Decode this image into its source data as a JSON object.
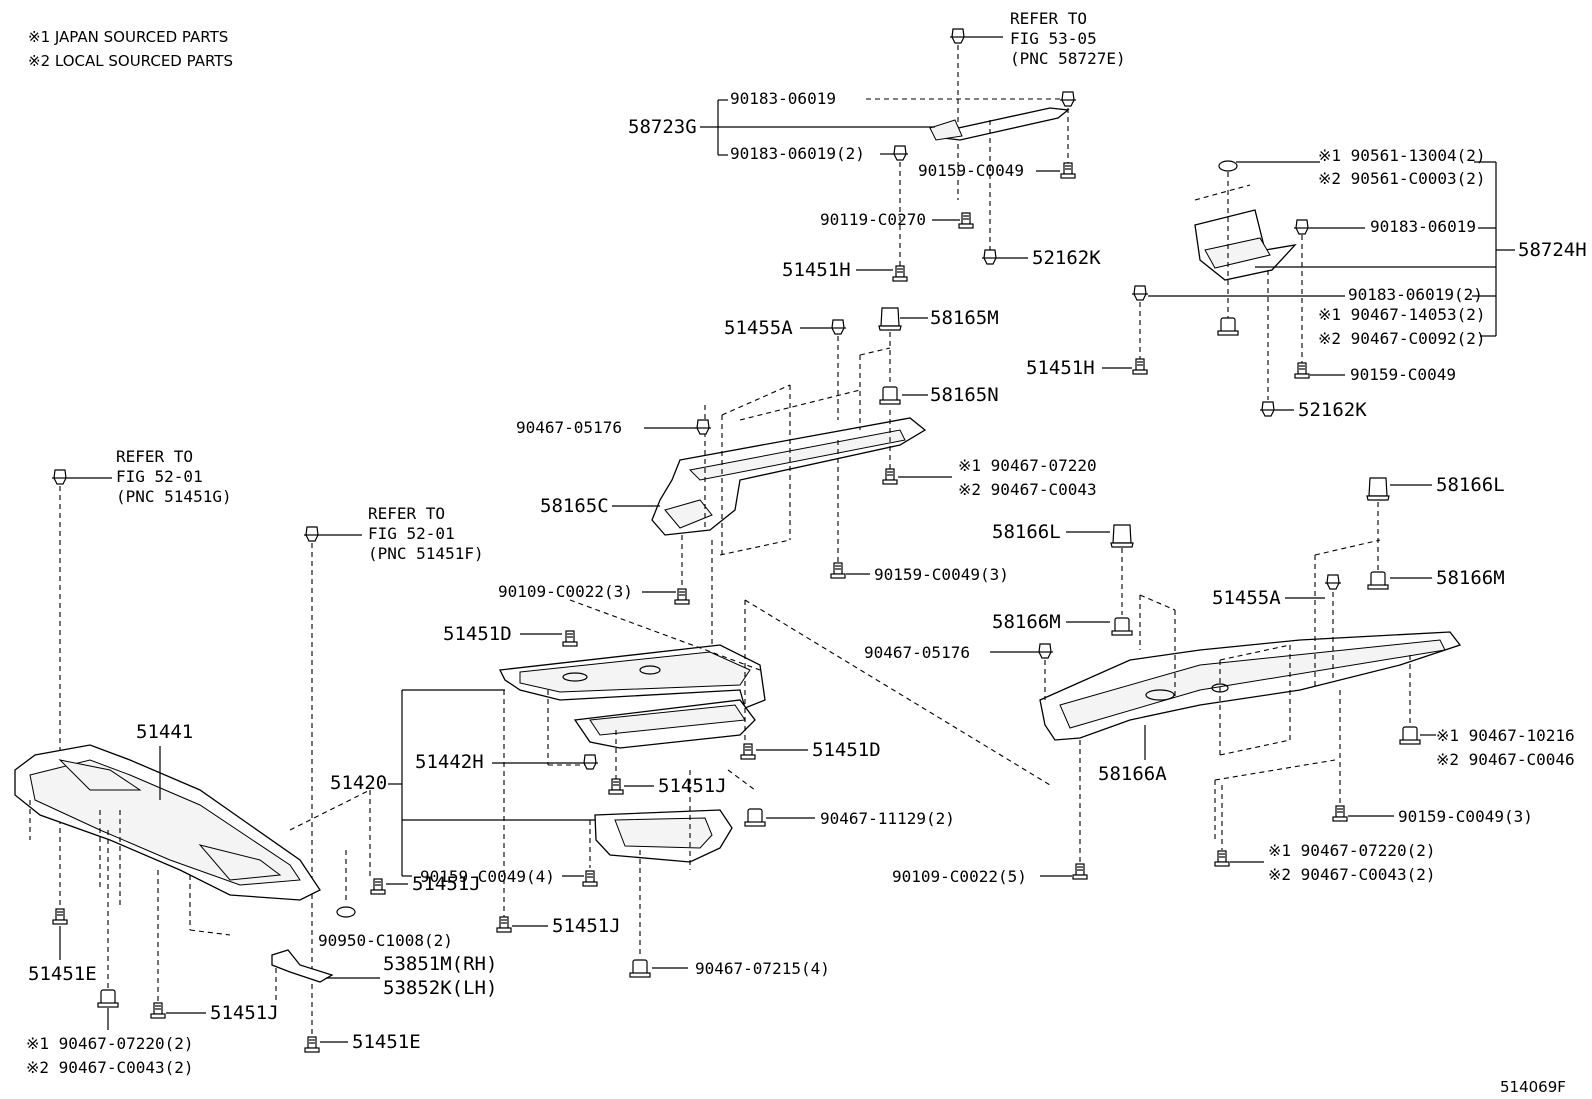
{
  "notes": {
    "japan": "※1 JAPAN SOURCED PARTS",
    "local": "※2 LOCAL SOURCED PARTS"
  },
  "figure_id": "514069F",
  "refs": {
    "top": [
      "REFER TO",
      "FIG 53-05",
      "(PNC 58727E)"
    ],
    "left": [
      "REFER TO",
      "FIG 52-01",
      "(PNC 51451G)"
    ],
    "mid": [
      "REFER TO",
      "FIG 52-01",
      "(PNC 51451F)"
    ]
  },
  "labels": {
    "p58723G": "58723G",
    "p9018306019a": "90183-06019",
    "p9018306019b": "90183-06019(2)",
    "p90159C0049a": "90159-C0049",
    "p90119C0270": "90119-C0270",
    "p52162Ka": "52162K",
    "p51451Ha": "51451H",
    "p51455Aa": "51455A",
    "p58165M": "58165M",
    "p58165N": "58165N",
    "p9046705176a": "90467-05176",
    "p58165C": "58165C",
    "p90467_07220_top1": "※1 90467-07220",
    "p90467_C0043_top2": "※2 90467-C0043",
    "p90159C0049_3a": "90159-C0049(3)",
    "p90109C0022_3": "90109-C0022(3)",
    "p51451Da": "51451D",
    "p51451Db": "51451D",
    "p51442H": "51442H",
    "p51420": "51420",
    "p51451Ja": "51451J",
    "p9046711129": "90467-11129(2)",
    "p90159C0049_4": "90159-C0049(4)",
    "p51451Jb": "51451J",
    "p51451Jc": "51451J",
    "p9046707215": "90467-07215(4)",
    "p51441": "51441",
    "p90950C1008": "90950-C1008(2)",
    "p53851M": "53851M(RH)",
    "p53852K": "53852K(LH)",
    "p51451Ea": "51451E",
    "p51451Jd": "51451J",
    "p51451Eb": "51451E",
    "p90467_07220_bl1": "※1 90467-07220(2)",
    "p90467_C0043_bl2": "※2 90467-C0043(2)",
    "p90561_13004": "※1 90561-13004(2)",
    "p90561_C0003": "※2 90561-C0003(2)",
    "p9018306019c": "90183-06019",
    "p58724H": "58724H",
    "p9018306019d": "90183-06019(2)",
    "p90467_14053": "※1 90467-14053(2)",
    "p90467_C0092": "※2 90467-C0092(2)",
    "p51451Hb": "51451H",
    "p90159C0049b": "90159-C0049",
    "p52162Kb": "52162K",
    "p58166La": "58166L",
    "p58166Lb": "58166L",
    "p58166Ma": "58166M",
    "p58166Mb": "58166M",
    "p51455Ab": "51455A",
    "p9046705176b": "90467-05176",
    "p90467_10216": "※1 90467-10216",
    "p90467_C0046": "※2 90467-C0046",
    "p58166A": "58166A",
    "p90159C0049_3b": "90159-C0049(3)",
    "p90109C0022_5": "90109-C0022(5)",
    "p90467_07220_br1": "※1 90467-07220(2)",
    "p90467_C0043_br2": "※2 90467-C0043(2)"
  }
}
